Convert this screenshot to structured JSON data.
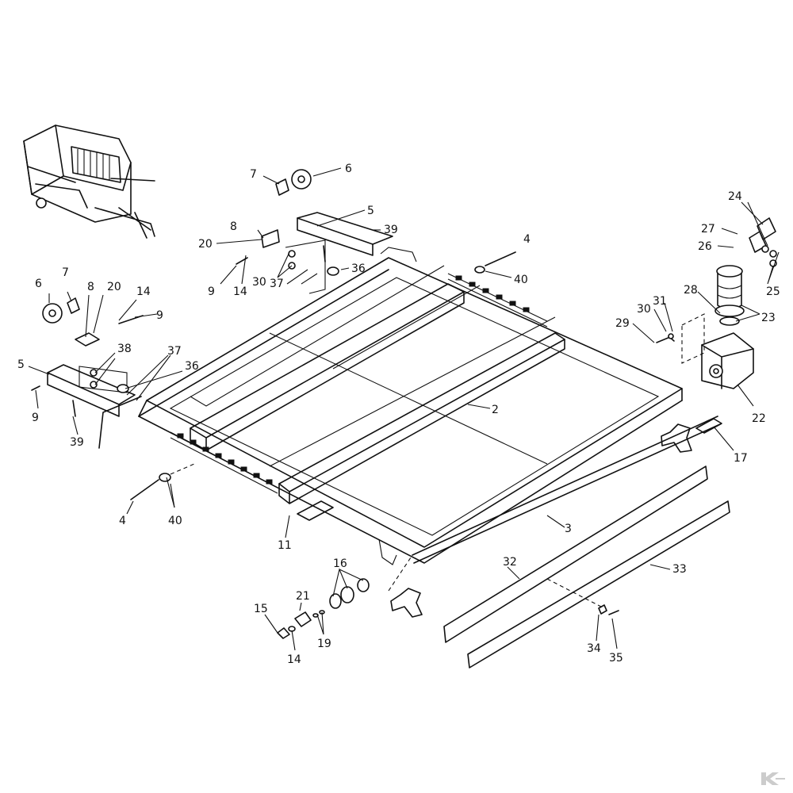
{
  "diagram": {
    "callouts": [
      "2",
      "3",
      "4",
      "4",
      "5",
      "5",
      "6",
      "6",
      "7",
      "7",
      "8",
      "8",
      "9",
      "9",
      "9",
      "11",
      "14",
      "14",
      "14",
      "15",
      "16",
      "17",
      "19",
      "20",
      "20",
      "21",
      "22",
      "23",
      "24",
      "25",
      "26",
      "27",
      "28",
      "29",
      "30",
      "30",
      "31",
      "32",
      "33",
      "34",
      "35",
      "36",
      "36",
      "37",
      "37",
      "38",
      "39",
      "39",
      "40",
      "40"
    ]
  },
  "colors": {
    "ink": "#111111",
    "background": "#ffffff",
    "watermark": "#cccccc"
  },
  "watermark": {
    "icon": "brand-k-logo-icon"
  }
}
